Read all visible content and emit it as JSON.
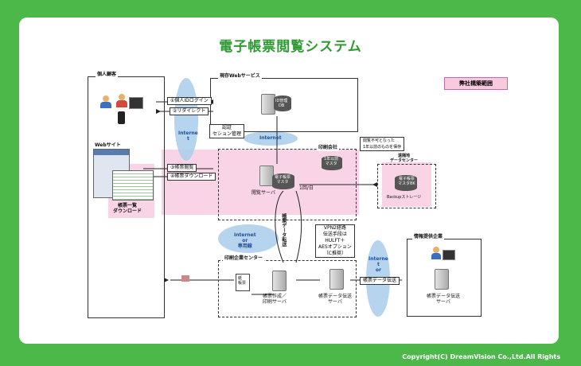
{
  "title": "電子帳票閲覧システム",
  "copyright": "Copyright(C) DreamVision Co.,Ltd.All Rights",
  "legend": "弊社構築範囲",
  "regions": {
    "customer": "個人顧客",
    "web_service": "現存Webサービス",
    "print_company": "印刷会社",
    "print_center": "印刷企業センター",
    "provider": "情報提供企業",
    "remote_dc": "遠隔地\nデータセンター"
  },
  "labels": {
    "login": "①個人IDログイン",
    "redirect": "②リダイレクト",
    "view": "③帳票閲覧",
    "download": "④帳票ダウンロード",
    "website": "Webサイト",
    "list_download": "帳票一覧\nダウンロード",
    "session": "認証\nセション管理",
    "id_db": "ID管理\nDB",
    "viewer_server": "閲覧サーバ",
    "doc_master": "電子帳票\nマスタ",
    "old_master": "1年以前\nマスタ",
    "backup_storage": "Backupストレージ",
    "backup_master": "電子帳票\nマスタBK",
    "once_a_day": "1回/日",
    "unavailable_note": "閲覧不可となった\n1年以前のものを保存",
    "data_transfer_vertical": "帳票データ転送",
    "vpn_note": "VPN2経路\n伝送手段は\nHULFT＋\nAESオプション\n（C推奨）",
    "create_server": "帳票作成／\n印刷サーバ",
    "transfer_server": "帳票データ伝送\nサーバ",
    "transfer_server2": "帳票データ伝送\nサーバ",
    "transfer_pill": "帳票データ伝送",
    "paper_doc": "紙\n帳票"
  },
  "clouds": {
    "c1": "Interne\nt",
    "c2": "Internet",
    "c3": "Internet\nor\n専用線",
    "c4": "Interne\nt\nor"
  }
}
